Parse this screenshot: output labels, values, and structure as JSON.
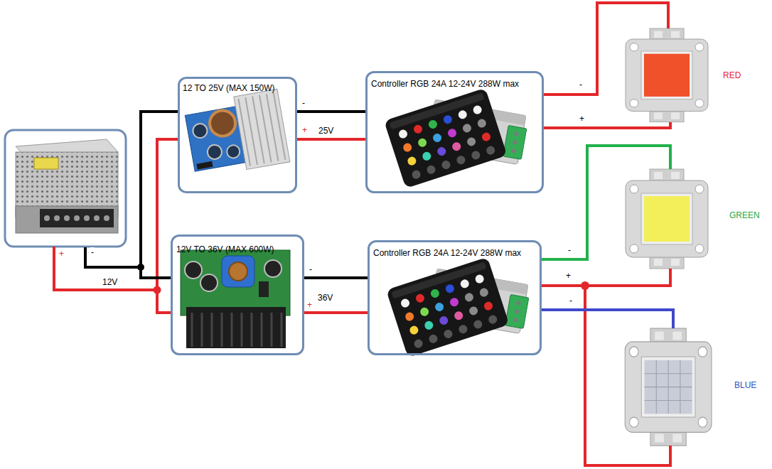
{
  "diagram": {
    "nodes": [
      {
        "text": [
          "12 TO 25V (MAX 150W)"
        ]
      },
      {
        "text": [
          "12V TO 36V (MAX 600W)"
        ]
      },
      {
        "text": [
          "Controller RGB 24A 12-24V 288W max"
        ]
      },
      {
        "text": [
          "Controller RGB 24A 12-24V 288W max"
        ]
      },
      {
        "text": [
          "RED"
        ]
      },
      {
        "text": [
          "GREEN"
        ]
      },
      {
        "text": [
          "BLUE"
        ]
      }
    ],
    "edges": [
      {
        "from": 0,
        "to": 2,
        "arrow": "none",
        "label": "-"
      },
      {
        "from": 0,
        "to": 2,
        "arrow": "none",
        "label": "25V"
      },
      {
        "from": 1,
        "to": 3,
        "arrow": "none",
        "label": "-"
      },
      {
        "from": 1,
        "to": 3,
        "arrow": "none",
        "label": "36V"
      },
      {
        "from": 2,
        "to": 4,
        "arrow": "none",
        "label": "-"
      },
      {
        "from": 2,
        "to": 4,
        "arrow": "none",
        "label": "+"
      },
      {
        "from": 3,
        "to": 5,
        "arrow": "none",
        "label": "-"
      },
      {
        "from": 3,
        "to": 5,
        "arrow": "none",
        "label": "+"
      },
      {
        "from": 3,
        "to": 6,
        "arrow": "none"
      },
      {
        "from": 3,
        "to": 6,
        "arrow": "none",
        "label": "-"
      }
    ],
    "labels": [
      "+",
      "-",
      "12V",
      "+",
      "+"
    ]
  }
}
